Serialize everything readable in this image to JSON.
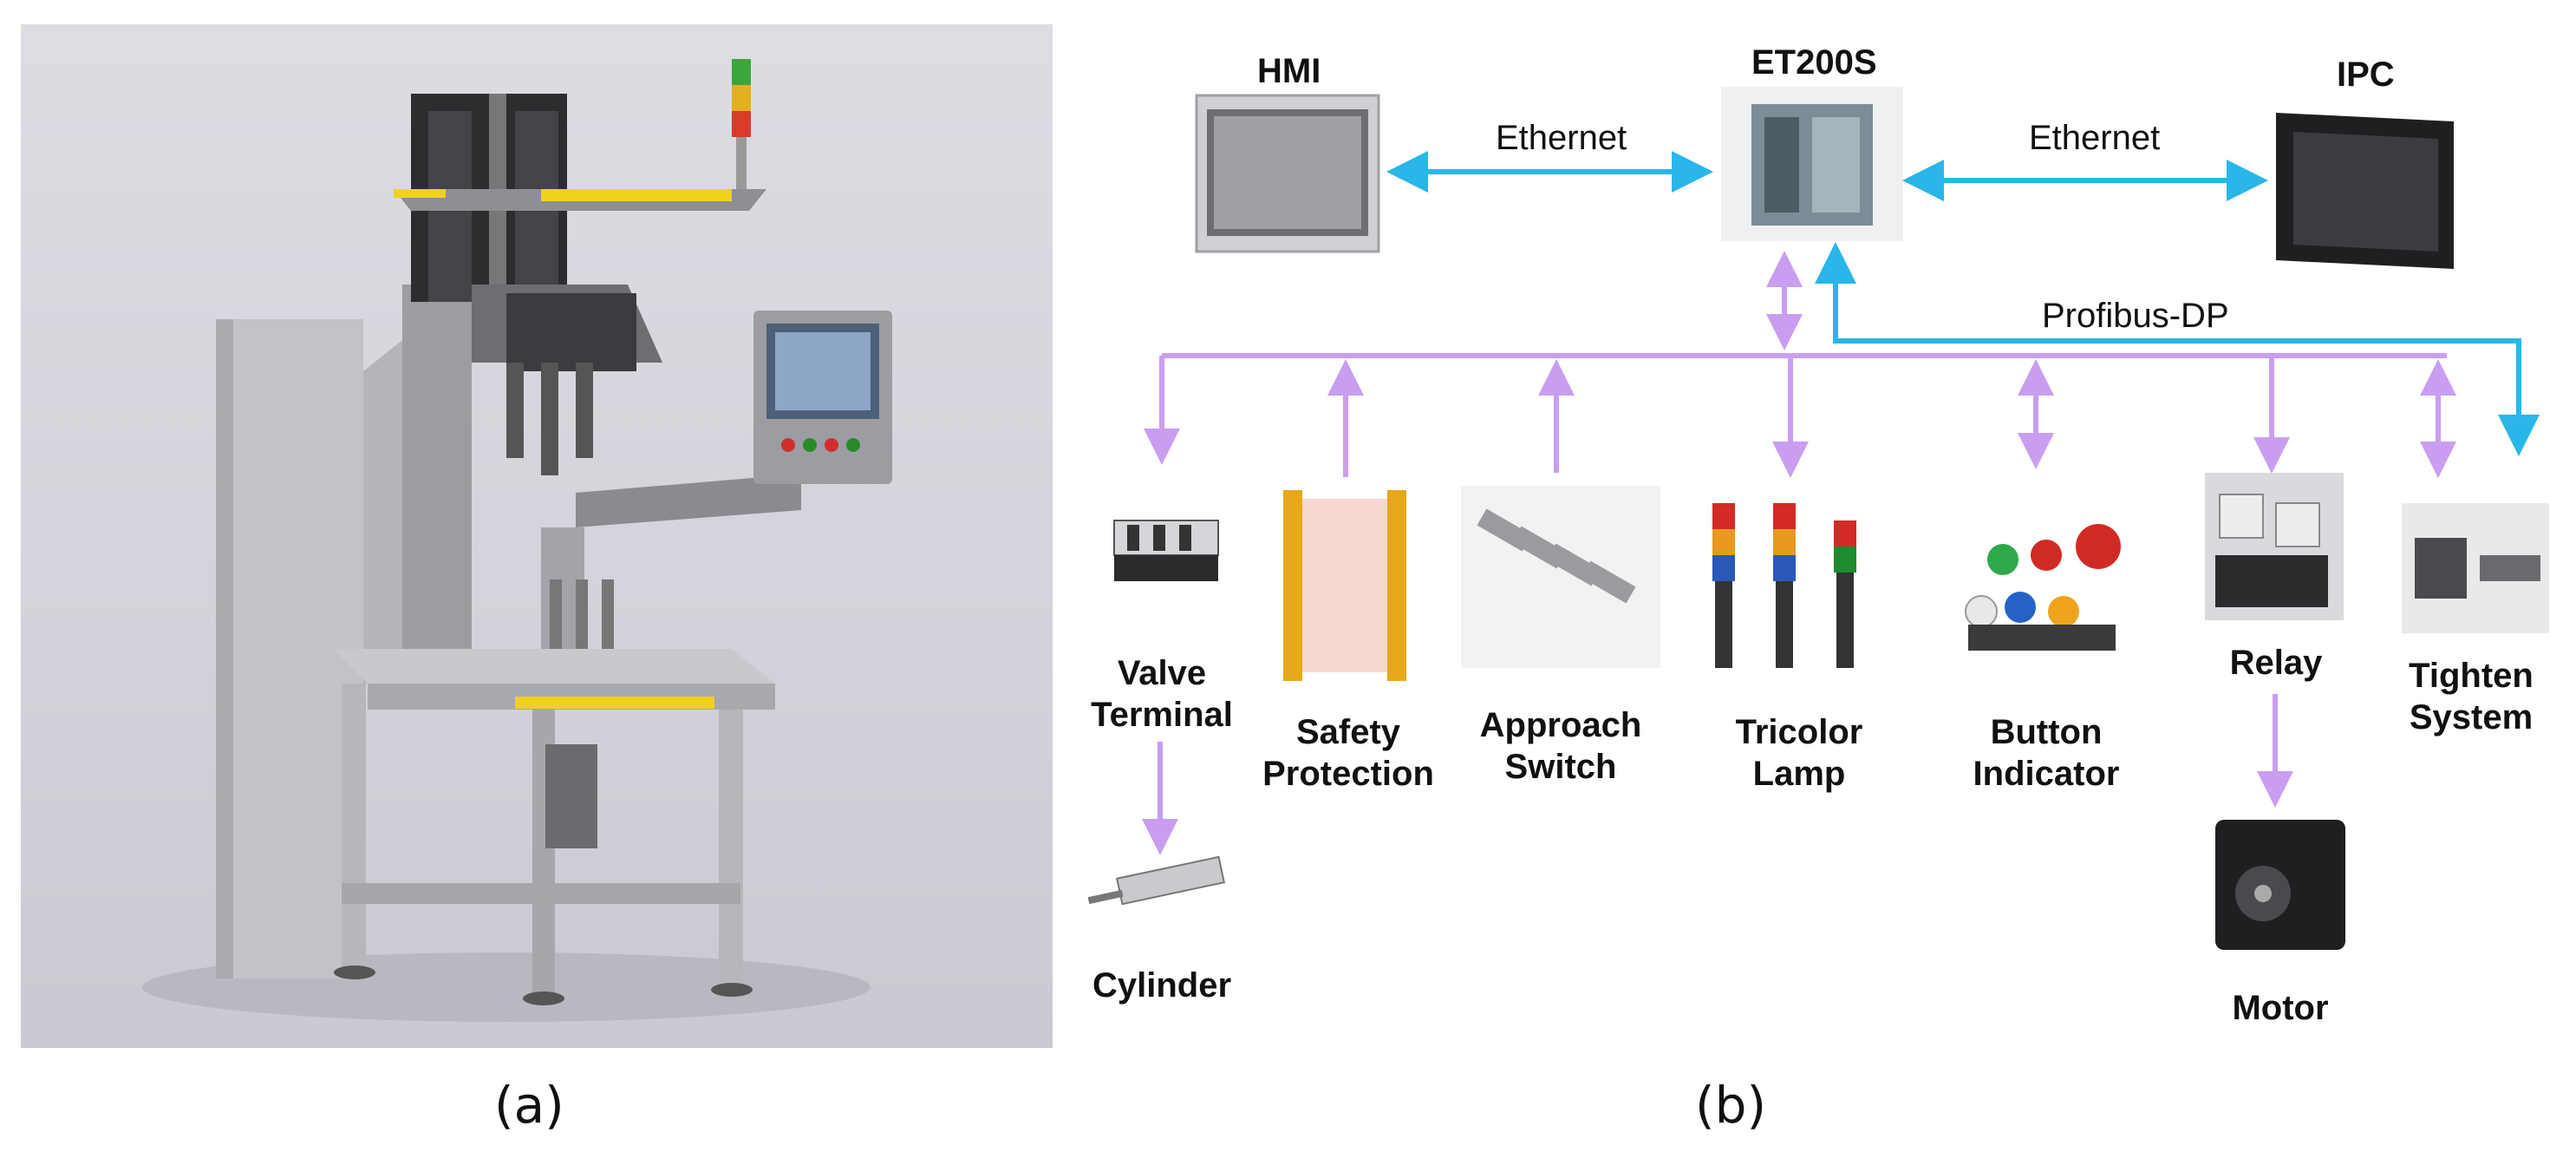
{
  "panel_a": {
    "caption": "(a)"
  },
  "panel_b": {
    "caption": "(b)",
    "top": {
      "hmi": "HMI",
      "et200s": "ET200S",
      "ipc": "IPC",
      "ethernet_left": "Ethernet",
      "ethernet_right": "Ethernet",
      "profibus": "Profibus-DP"
    },
    "devices": {
      "valve_terminal": "Valve\nTerminal",
      "safety_protection": "Safety\nProtection",
      "approach_switch": "Approach\nSwitch",
      "tricolor_lamp": "Tricolor\nLamp",
      "button_indicator": "Button\nIndicator",
      "relay": "Relay",
      "tighten_system": "Tighten\nSystem",
      "cylinder": "Cylinder",
      "motor": "Motor"
    },
    "colors": {
      "ethernet": "#29b6e8",
      "profibus": "#c99ef0"
    }
  }
}
